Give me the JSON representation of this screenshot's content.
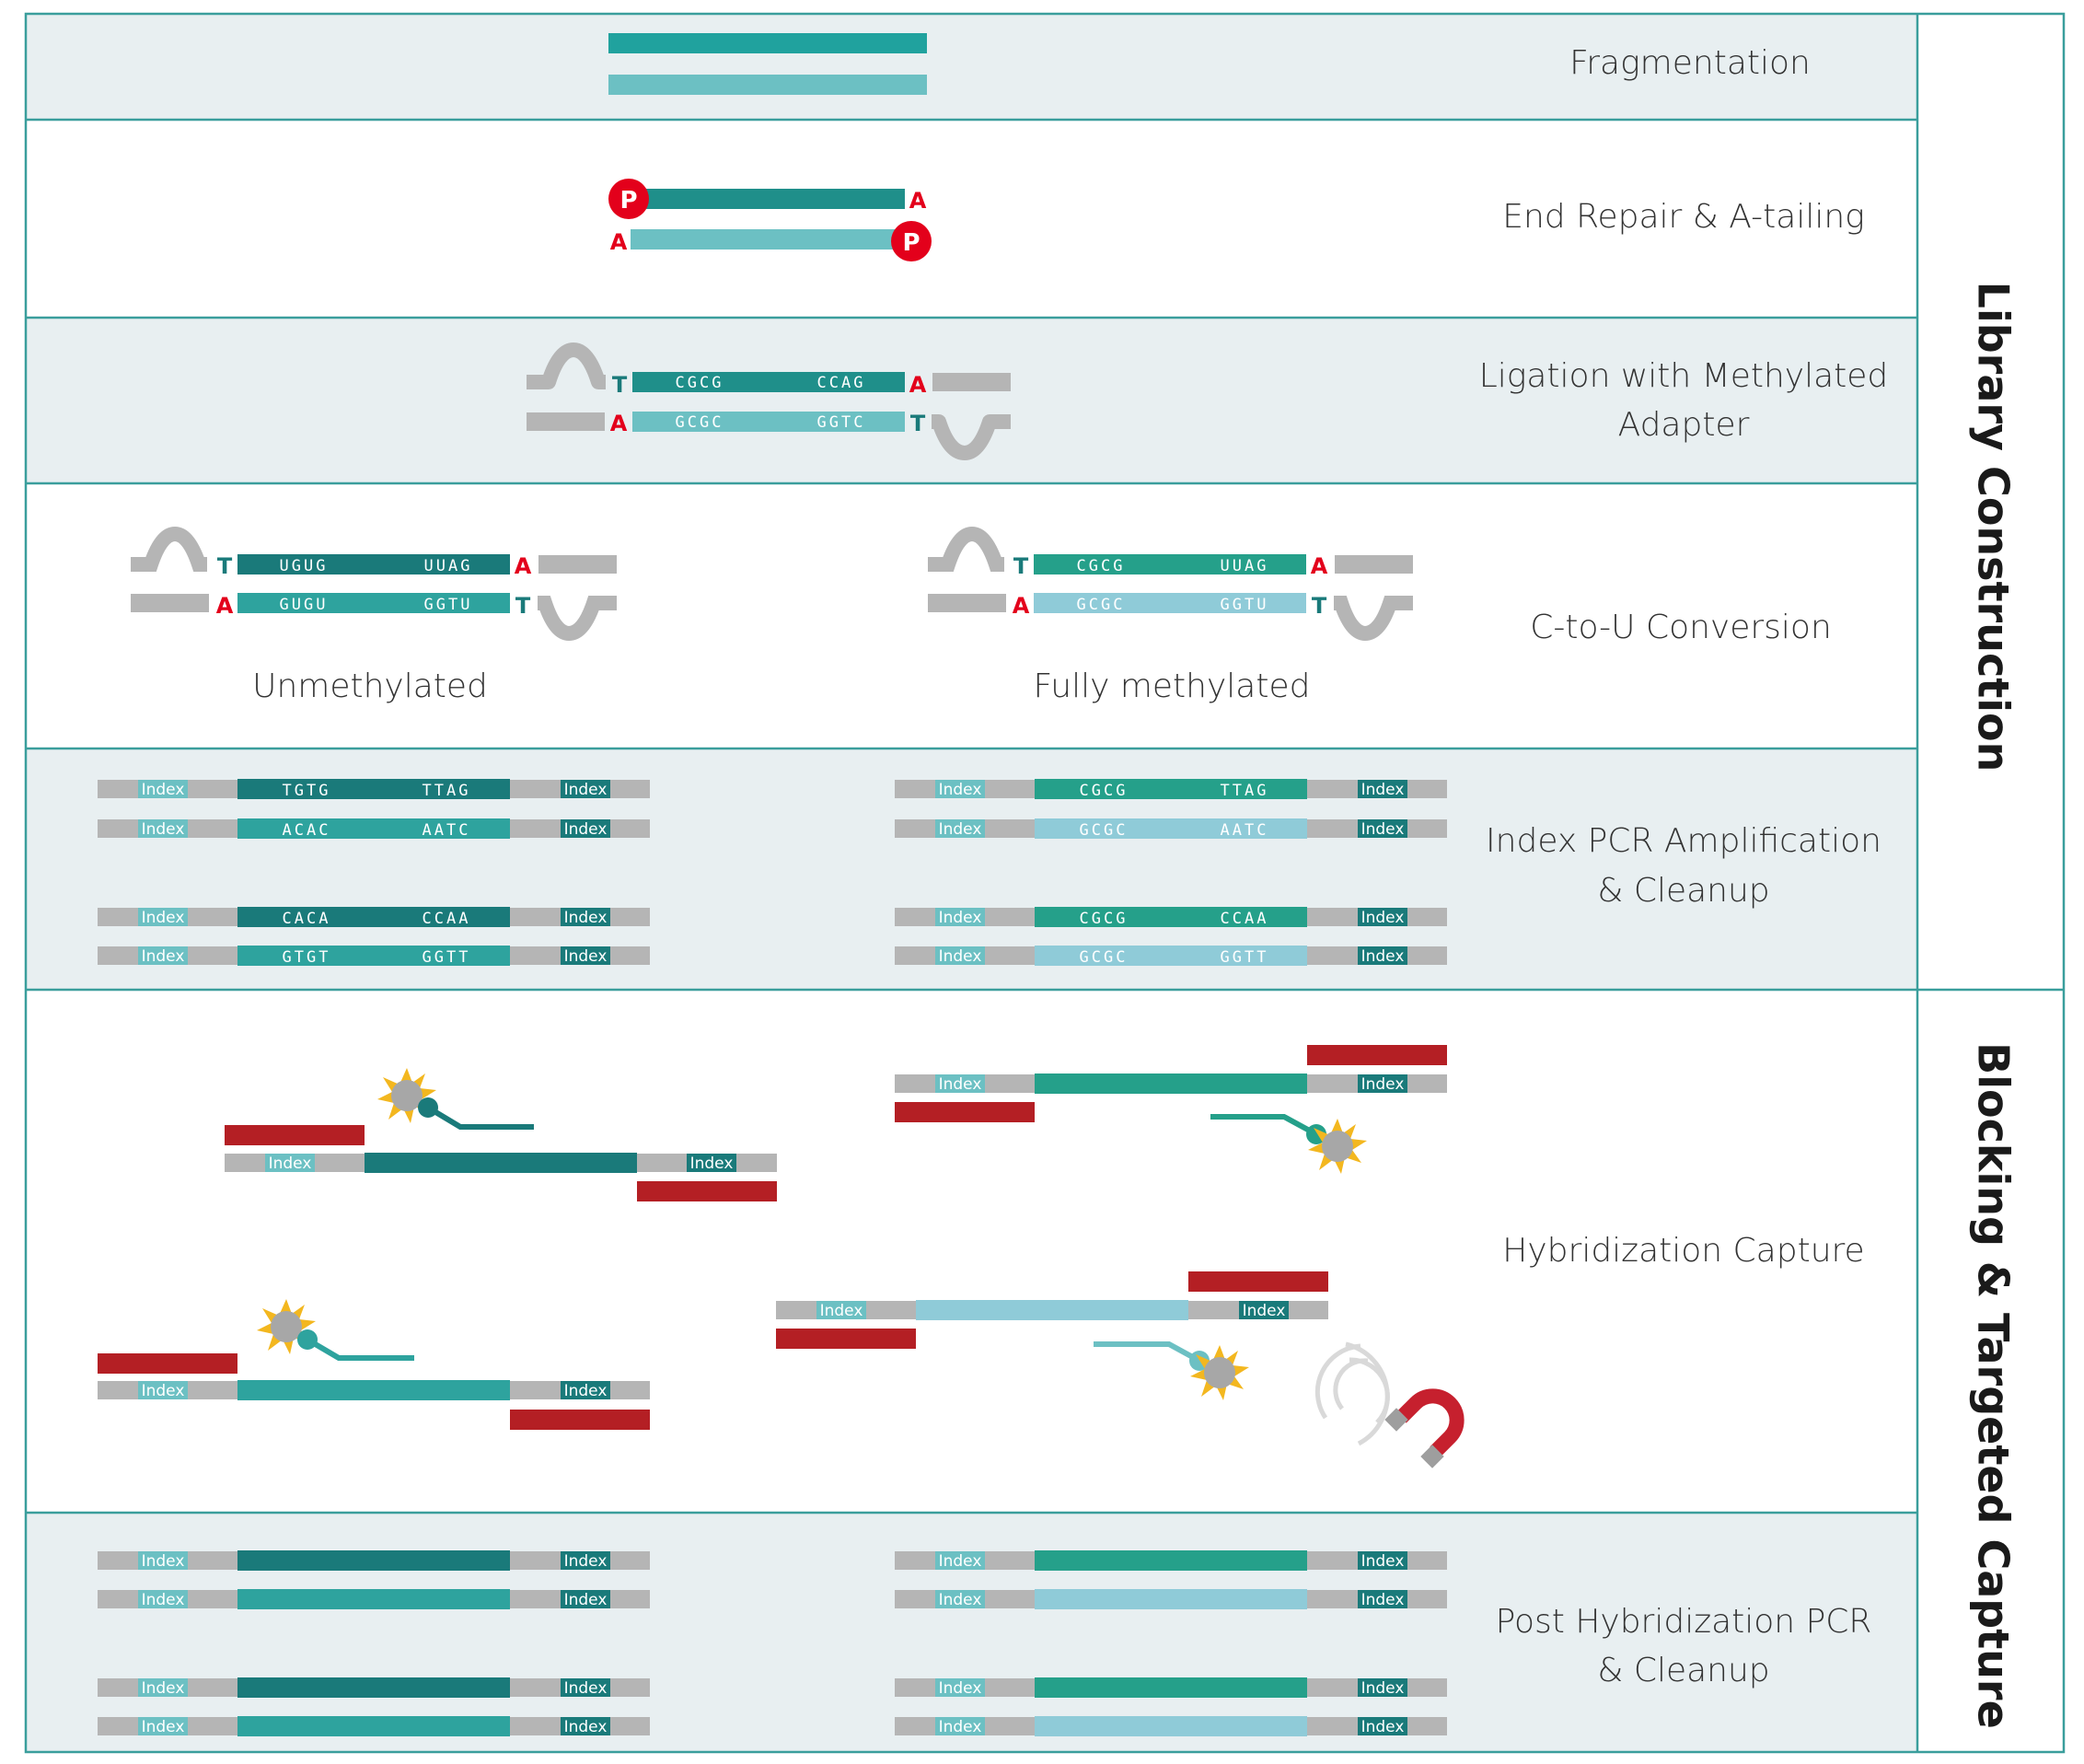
{
  "sidebar": {
    "library_construction": "Library Construction",
    "blocking_capture": "Blocking & Targeted Capture"
  },
  "steps": {
    "fragmentation": "Fragmentation",
    "end_repair": "End Repair & A-tailing",
    "ligation_1": "Ligation with Methylated",
    "ligation_2": "Adapter",
    "conversion": "C-to-U Conversion",
    "index_pcr_1": "Index PCR Amplification",
    "index_pcr_2": "& Cleanup",
    "hybridization": "Hybridization Capture",
    "post_hyb_1": "Post Hybridization PCR",
    "post_hyb_2": "& Cleanup"
  },
  "panel_labels": {
    "unmethylated": "Unmethylated",
    "fully_methylated": "Fully methylated"
  },
  "marks": {
    "phosphate": "P",
    "a_base": "A",
    "t_base": "T",
    "index": "Index"
  },
  "sequences": {
    "lig_top_left": "CGCG",
    "lig_top_right": "CCAG",
    "lig_bot_left": "GCGC",
    "lig_bot_right": "GGTC",
    "un_top_left": "UGUG",
    "un_top_right": "UUAG",
    "un_bot_left": "GUGU",
    "un_bot_right": "GGTU",
    "me_top_left": "CGCG",
    "me_top_right": "UUAG",
    "me_bot_left": "GCGC",
    "me_bot_right": "GGTU",
    "pcr_un_1_left": "TGTG",
    "pcr_un_1_right": "TTAG",
    "pcr_un_2_left": "ACAC",
    "pcr_un_2_right": "AATC",
    "pcr_un_3_left": "CACA",
    "pcr_un_3_right": "CCAA",
    "pcr_un_4_left": "GTGT",
    "pcr_un_4_right": "GGTT",
    "pcr_me_1_left": "CGCG",
    "pcr_me_1_right": "TTAG",
    "pcr_me_2_left": "GCGC",
    "pcr_me_2_right": "AATC",
    "pcr_me_3_left": "CGCG",
    "pcr_me_3_right": "CCAA",
    "pcr_me_4_left": "GCGC",
    "pcr_me_4_right": "GGTT"
  },
  "colors": {
    "border": "#3a9e9c",
    "band": "#e8eff1",
    "teal_dark": "#1a7a7a",
    "teal_mid": "#2ea39e",
    "teal_light": "#6cc0c3",
    "sky": "#8fcbd8",
    "green_teal": "#25a08a",
    "gray": "#b5b5b5",
    "red": "#e3001b",
    "blocker": "#b41f24",
    "bead": "#a7a7a7",
    "spark": "#f3b71f",
    "magnet": "#c6202e"
  }
}
